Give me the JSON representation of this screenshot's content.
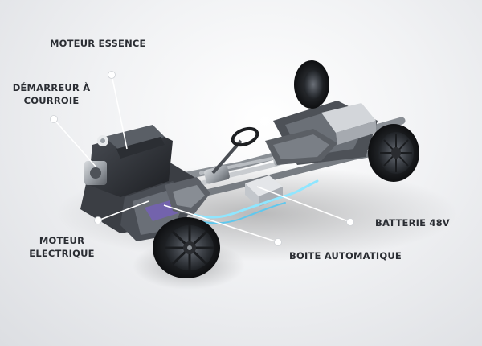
{
  "labels": {
    "moteur_essence": "MOTEUR ESSENCE",
    "demarreur_line1": "DÉMARREUR À",
    "demarreur_line2": "COURROIE",
    "moteur_electrique_line1": "MOTEUR",
    "moteur_electrique_line2": "ELECTRIQUE",
    "boite_automatique": "BOITE AUTOMATIQUE",
    "batterie": "BATTERIE 48V"
  },
  "colors": {
    "label_text": "#2a2d33",
    "callout_line": "#ffffff",
    "cable_highlight": "#8fe6ff"
  }
}
